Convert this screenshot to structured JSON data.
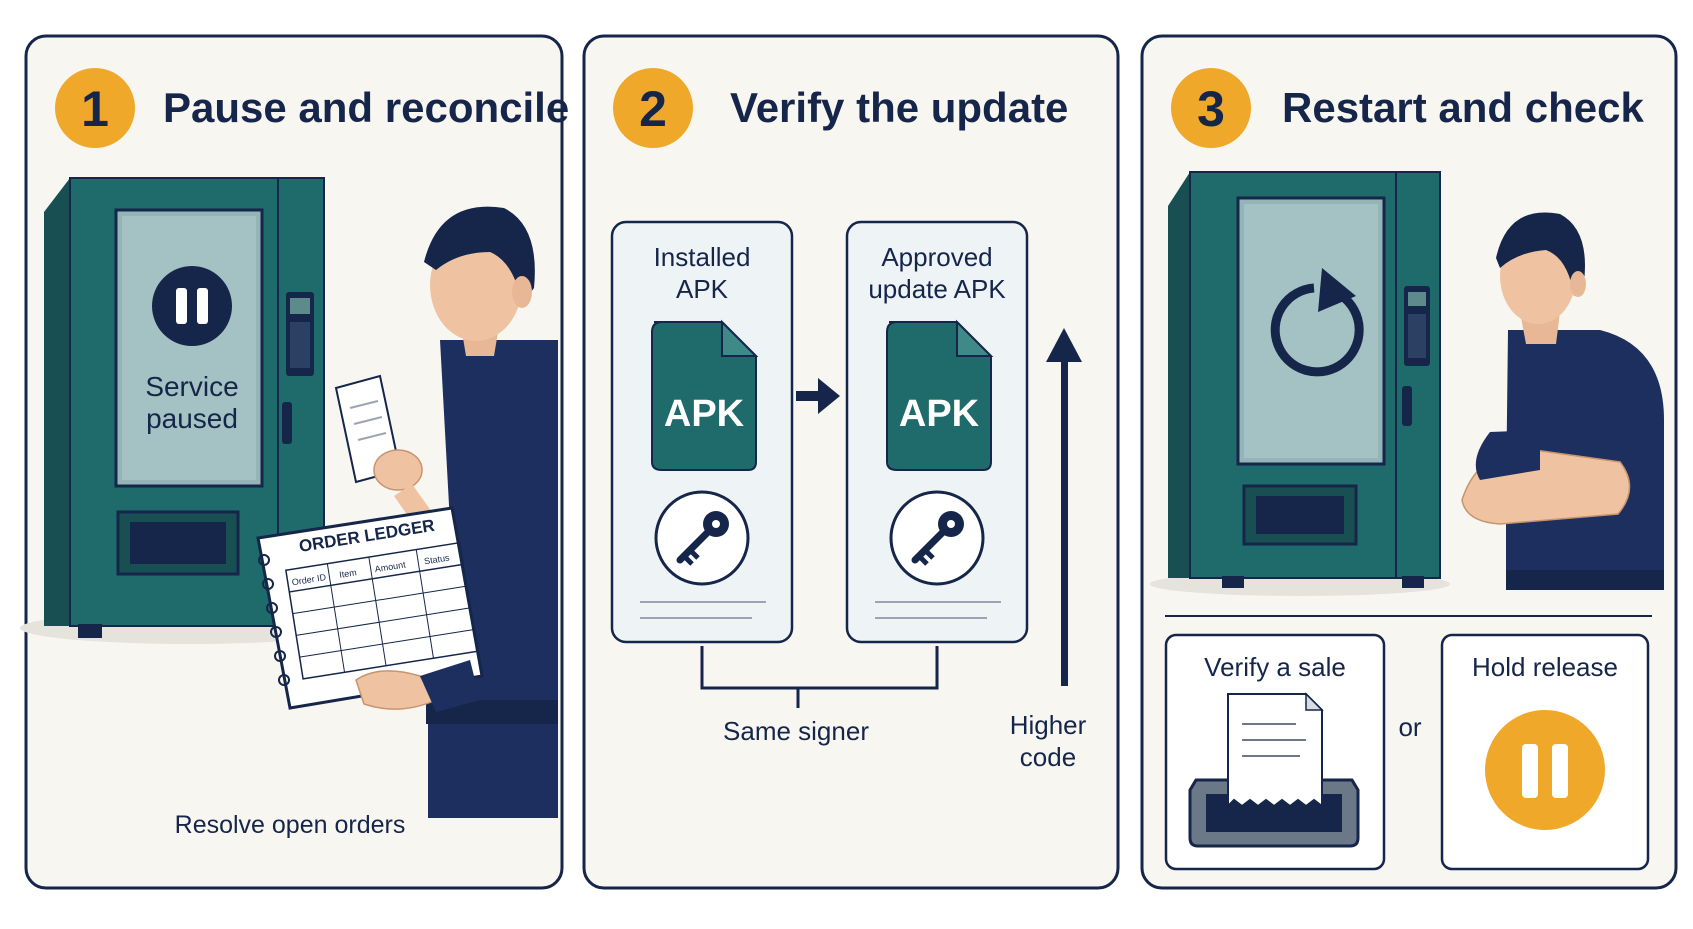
{
  "colors": {
    "navy": "#15264a",
    "teal": "#1f6b6b",
    "teal_dark": "#174f52",
    "accent_yellow": "#f0a82a",
    "panel_bg": "#f8f6f1",
    "card_bg": "#eef3f5",
    "screen_glass": "#94b4b6"
  },
  "panels": [
    {
      "number": "1",
      "title": "Pause and reconcile",
      "screen_icon": "pause-icon",
      "screen_text_line1": "Service",
      "screen_text_line2": "paused",
      "ledger": {
        "title": "ORDER LEDGER",
        "columns": [
          "Order ID",
          "Item",
          "Amount",
          "Status"
        ]
      },
      "caption": "Resolve open orders"
    },
    {
      "number": "2",
      "title": "Verify the update",
      "installed": {
        "label_line1": "Installed",
        "label_line2": "APK",
        "file_text": "APK",
        "icon": "key-icon"
      },
      "approved": {
        "label_line1": "Approved",
        "label_line2": "update APK",
        "file_text": "APK",
        "icon": "key-icon"
      },
      "same_signer_label": "Same signer",
      "higher_code_line1": "Higher",
      "higher_code_line2": "code"
    },
    {
      "number": "3",
      "title": "Restart and check",
      "screen_icon": "restart-icon",
      "option_sale_label": "Verify a sale",
      "option_or_label": "or",
      "option_hold_label": "Hold release"
    }
  ]
}
